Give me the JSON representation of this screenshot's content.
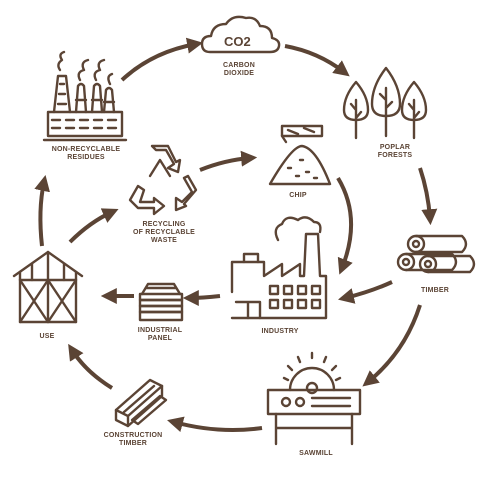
{
  "colors": {
    "ink": "#5b4435",
    "background": "#ffffff"
  },
  "nodes": {
    "carbon_dioxide": {
      "glyph": "CO2",
      "label1": "CARBON",
      "label2": "DIOXIDE",
      "icon": "cloud-icon"
    },
    "poplar_forests": {
      "label1": "POPLAR",
      "label2": "FORESTS",
      "icon": "trees-icon"
    },
    "timber": {
      "label1": "TIMBER",
      "icon": "logs-icon"
    },
    "sawmill": {
      "label1": "SAWMILL",
      "icon": "saw-icon"
    },
    "construction_timber": {
      "label1": "CONSTRUCTION",
      "label2": "TIMBER",
      "icon": "beams-icon"
    },
    "use": {
      "label1": "USE",
      "icon": "house-frame-icon"
    },
    "non_recyclable": {
      "label1": "NON-RECYCLABLE",
      "label2": "RESIDUES",
      "icon": "power-plant-icon"
    },
    "recycling": {
      "label1": "RECYCLING",
      "label2": "OF RECYCLABLE",
      "label3": "WASTE",
      "icon": "recycle-icon"
    },
    "chip": {
      "label1": "CHIP",
      "icon": "chip-pile-icon"
    },
    "industry": {
      "label1": "INDUSTRY",
      "icon": "factory-icon"
    },
    "industrial_panel": {
      "label1": "INDUSTRIAL",
      "label2": "PANEL",
      "icon": "panel-stack-icon"
    }
  }
}
